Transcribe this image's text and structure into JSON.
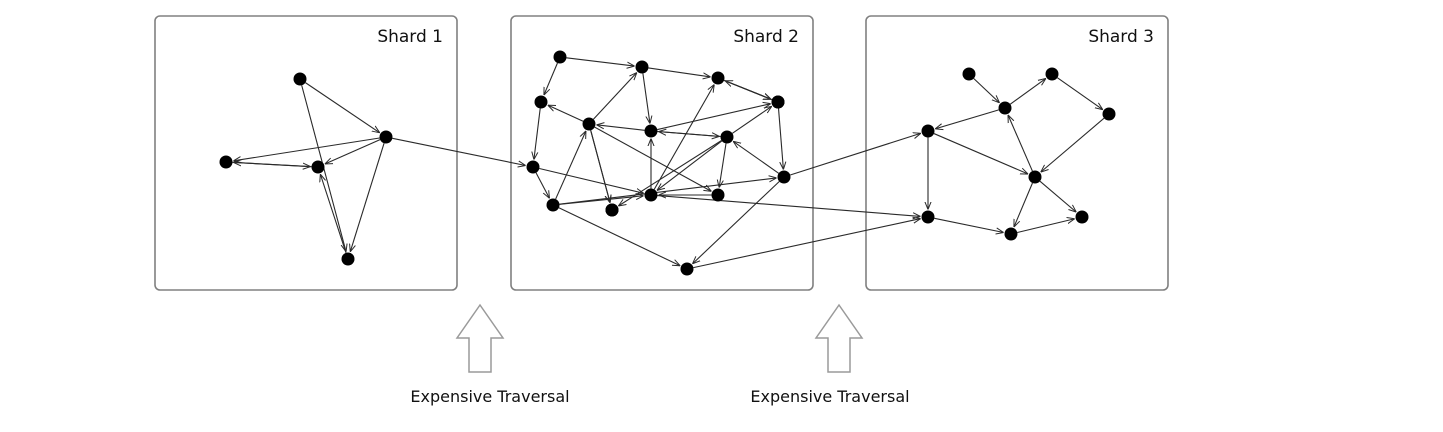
{
  "shards": [
    {
      "id": "s1",
      "label": "Shard 1"
    },
    {
      "id": "s2",
      "label": "Shard 2"
    },
    {
      "id": "s3",
      "label": "Shard 3"
    }
  ],
  "traversal_labels": [
    "Expensive Traversal",
    "Expensive Traversal"
  ],
  "graph": {
    "nodes": [
      "a1",
      "a2",
      "a3",
      "a4",
      "a5",
      "b1",
      "b2",
      "b3",
      "b4",
      "b5",
      "b6",
      "b7",
      "b8",
      "b9",
      "b10",
      "b11",
      "b12",
      "b13",
      "b14",
      "b15",
      "b16",
      "c1",
      "c2",
      "c3",
      "c4",
      "c5",
      "c6",
      "c7",
      "c8",
      "c9"
    ],
    "edges": [
      [
        "a1",
        "a2"
      ],
      [
        "a1",
        "a5"
      ],
      [
        "a2",
        "a3"
      ],
      [
        "a2",
        "a4"
      ],
      [
        "a3",
        "a4"
      ],
      [
        "a4",
        "a3"
      ],
      [
        "a2",
        "a5"
      ],
      [
        "a5",
        "a4"
      ],
      [
        "a2",
        "b5"
      ],
      [
        "b1",
        "b2"
      ],
      [
        "b1",
        "b4"
      ],
      [
        "b4",
        "b5"
      ],
      [
        "b5",
        "b6"
      ],
      [
        "b6",
        "b7"
      ],
      [
        "b7",
        "b8"
      ],
      [
        "b7",
        "b4"
      ],
      [
        "b7",
        "b2"
      ],
      [
        "b2",
        "b9"
      ],
      [
        "b2",
        "b3"
      ],
      [
        "b3",
        "b10"
      ],
      [
        "b9",
        "b10"
      ],
      [
        "b9",
        "b7"
      ],
      [
        "b9",
        "b11"
      ],
      [
        "b11",
        "b10"
      ],
      [
        "b11",
        "b12"
      ],
      [
        "b11",
        "b13"
      ],
      [
        "b11",
        "b9"
      ],
      [
        "b10",
        "b3"
      ],
      [
        "b13",
        "b12"
      ],
      [
        "b11",
        "b8"
      ],
      [
        "b7",
        "b13"
      ],
      [
        "b7",
        "b14"
      ],
      [
        "b3",
        "b15"
      ],
      [
        "b15",
        "b16"
      ],
      [
        "b16",
        "b11"
      ],
      [
        "b6",
        "b12"
      ],
      [
        "b12",
        "b3"
      ],
      [
        "b5",
        "b12"
      ],
      [
        "b6",
        "b16"
      ],
      [
        "b12",
        "b9"
      ],
      [
        "b16",
        "c2"
      ],
      [
        "b12",
        "c8"
      ],
      [
        "c1",
        "c3"
      ],
      [
        "c3",
        "c2"
      ],
      [
        "c3",
        "c4"
      ],
      [
        "c4",
        "c5"
      ],
      [
        "c5",
        "c6"
      ],
      [
        "c2",
        "c6"
      ],
      [
        "c6",
        "c3"
      ],
      [
        "c6",
        "c7"
      ],
      [
        "c2",
        "c8"
      ],
      [
        "c8",
        "c9"
      ],
      [
        "c9",
        "c7"
      ],
      [
        "c6",
        "c9"
      ]
    ]
  }
}
